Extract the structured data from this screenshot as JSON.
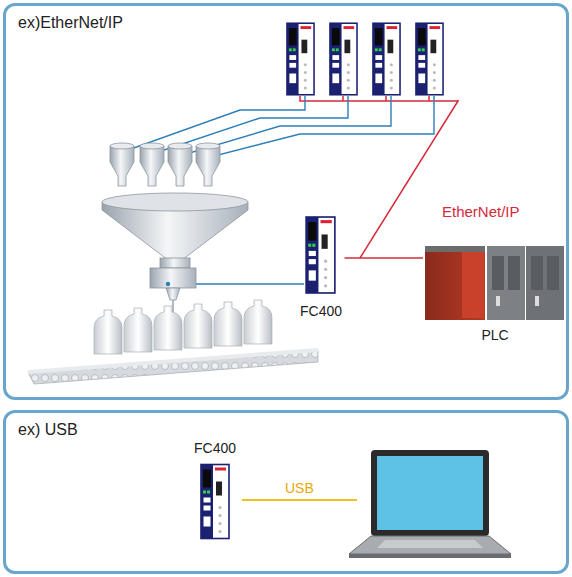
{
  "diagram": {
    "nodes": [
      {
        "text": [
          "ex)EtherNet/IP"
        ]
      },
      {
        "text": [
          "FC400"
        ],
        "in": 0
      },
      {
        "text": [
          "PLC"
        ],
        "in": 0
      },
      {
        "text": [
          "ex) USB"
        ]
      },
      {
        "text": [
          "FC400"
        ],
        "in": 3
      }
    ],
    "edges": [
      {
        "from": 1,
        "to": 2,
        "arrow": "none",
        "label": "EtherNet/IP"
      }
    ],
    "labels": [
      "USB"
    ]
  }
}
